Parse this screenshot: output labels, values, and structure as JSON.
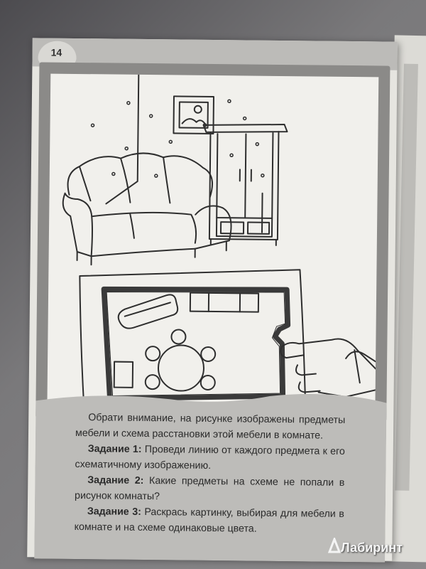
{
  "page": {
    "number": "14"
  },
  "text": {
    "intro": "Обрати внимание, на рисунке изображены предметы мебели и схема расстановки этой мебели в комнате.",
    "tasks": [
      {
        "title": "Задание 1:",
        "body": " Проведи линию от каждого предмета к его схематичному изображению."
      },
      {
        "title": "Задание 2:",
        "body": " Какие предметы на схеме не попали в рисунок комнаты?"
      },
      {
        "title": "Задание 3:",
        "body": " Раскрась картинку, выбирая для мебели в комнате и на схеме одинаковые цвета."
      }
    ]
  },
  "watermark": {
    "text": "Лабиринт",
    "icon": "labyrinth-logo-icon"
  },
  "colors": {
    "page_paper": "#e6e5e0",
    "frame_gray": "#8b8a88",
    "text_panel_gray": "#bdbcb9",
    "line_art": "#2e2e2e"
  }
}
